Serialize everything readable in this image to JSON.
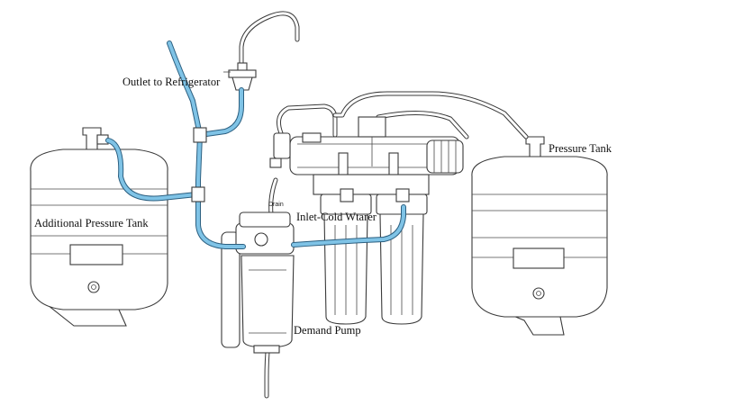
{
  "diagram": {
    "labels": {
      "outlet": "Outlet to Refrigerator",
      "pressure_tank": "Pressure Tank",
      "additional_tank": "Additional Pressure Tank",
      "inlet": "Inlet-Cold Wtarer",
      "drain": "Drain",
      "pump": "Demand Pump"
    },
    "colors": {
      "water_tube": "#7fc3e6",
      "tube_edge": "#2b5f80",
      "line_art": "#3a3a3a",
      "background": "#ffffff"
    }
  }
}
